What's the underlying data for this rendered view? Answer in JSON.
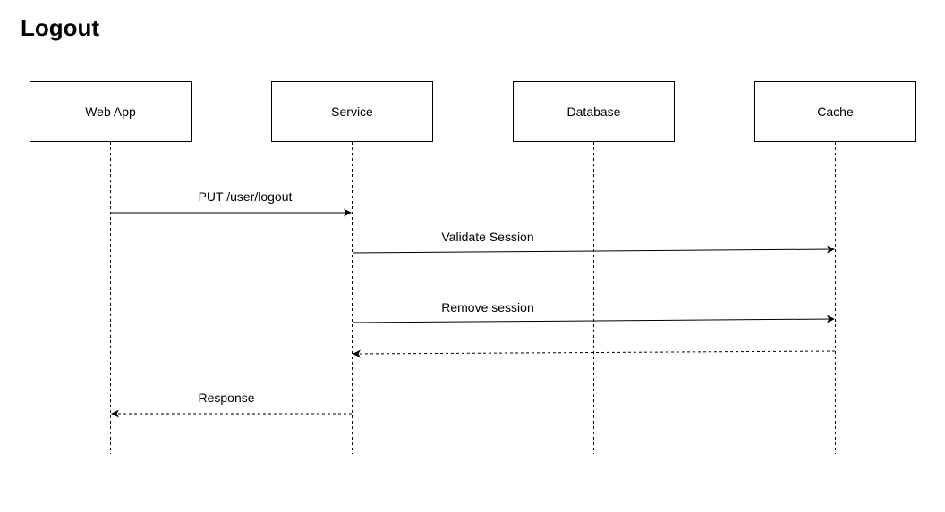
{
  "title": "Logout",
  "participants": [
    {
      "label": "Web App"
    },
    {
      "label": "Service"
    },
    {
      "label": "Database"
    },
    {
      "label": "Cache"
    }
  ],
  "messages": [
    {
      "label": "PUT /user/logout",
      "from": "Web App",
      "to": "Service",
      "style": "solid"
    },
    {
      "label": "Validate Session",
      "from": "Service",
      "to": "Cache",
      "style": "solid"
    },
    {
      "label": "Remove session",
      "from": "Service",
      "to": "Cache",
      "style": "solid"
    },
    {
      "label": "",
      "from": "Cache",
      "to": "Service",
      "style": "dashed"
    },
    {
      "label": "Response",
      "from": "Service",
      "to": "Web App",
      "style": "dashed"
    }
  ]
}
